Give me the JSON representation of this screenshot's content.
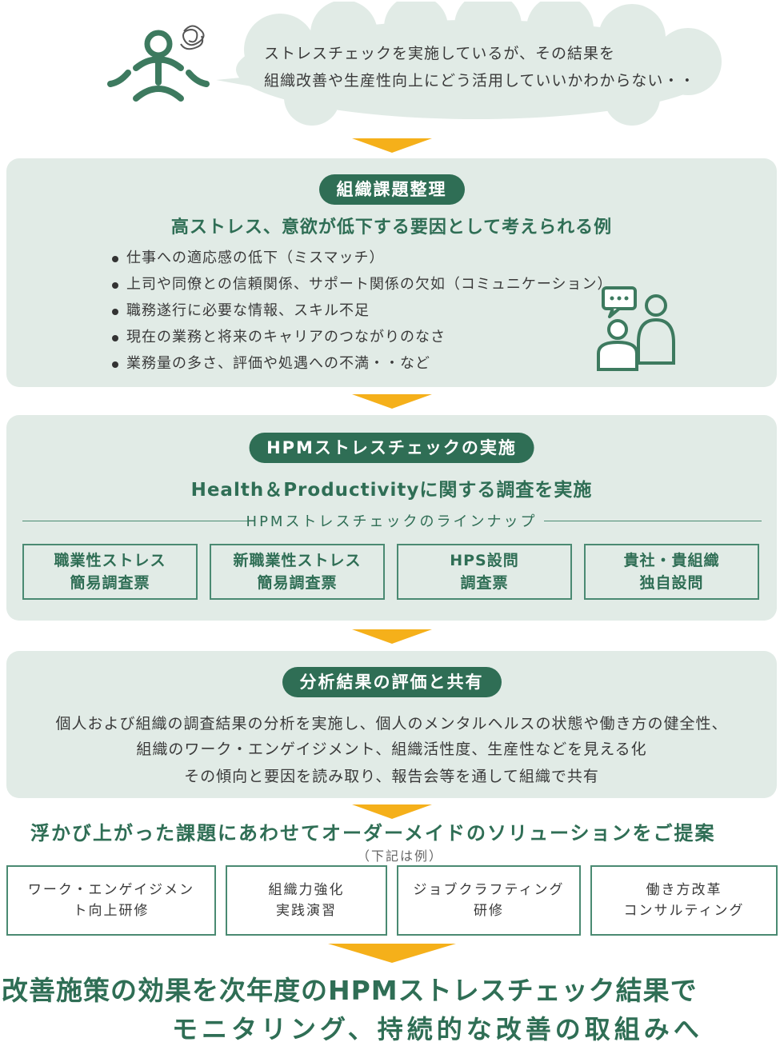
{
  "worry": {
    "line1": "ストレスチェックを実施しているが、その結果を",
    "line2": "組織改善や生産性向上にどう活用していいかわからない・・"
  },
  "step1": {
    "title": "組織課題整理",
    "subtitle": "高ストレス、意欲が低下する要因として考えられる例",
    "items": [
      "仕事への適応感の低下（ミスマッチ）",
      "上司や同僚との信頼関係、サポート関係の欠如（コミュニケーション）",
      "職務遂行に必要な情報、スキル不足",
      "現在の業務と将来のキャリアのつながりのなさ",
      "業務量の多さ、評価や処遇への不満・・など"
    ]
  },
  "step2": {
    "title": "HPMストレスチェックの実施",
    "subtitle": "Health＆Productivityに関する調査を実施",
    "lineup_label": "HPMストレスチェックのラインナップ",
    "boxes": [
      {
        "l1": "職業性ストレス",
        "l2": "簡易調査票"
      },
      {
        "l1": "新職業性ストレス",
        "l2": "簡易調査票"
      },
      {
        "l1": "HPS設問",
        "l2": "調査票"
      },
      {
        "l1": "貴社・貴組織",
        "l2": "独自設問"
      }
    ]
  },
  "step3": {
    "title": "分析結果の評価と共有",
    "lines": [
      "個人および組織の調査結果の分析を実施し、個人のメンタルヘルスの状態や働き方の健全性、",
      "組織のワーク・エンゲイジメント、組織活性度、生産性などを見える化",
      "その傾向と要因を読み取り、報告会等を通して組織で共有"
    ]
  },
  "solutions": {
    "heading": "浮かび上がった課題にあわせてオーダーメイドのソリューションをご提案",
    "note": "（下記は例）",
    "boxes": [
      {
        "l1": "ワーク・エンゲイジメン",
        "l2": "ト向上研修"
      },
      {
        "l1": "組織力強化",
        "l2": "実践演習"
      },
      {
        "l1": "ジョブクラフティング",
        "l2": "研修"
      },
      {
        "l1": "働き方改革",
        "l2": "コンサルティング"
      }
    ]
  },
  "conclusion": {
    "line1": "改善施策の効果を次年度のHPMストレスチェック結果で",
    "line2": "モニタリング、持続的な改善の取組みへ"
  },
  "colors": {
    "green": "#2f6e55",
    "panel": "#e1ebe6",
    "arrow": "#f5b01a"
  }
}
